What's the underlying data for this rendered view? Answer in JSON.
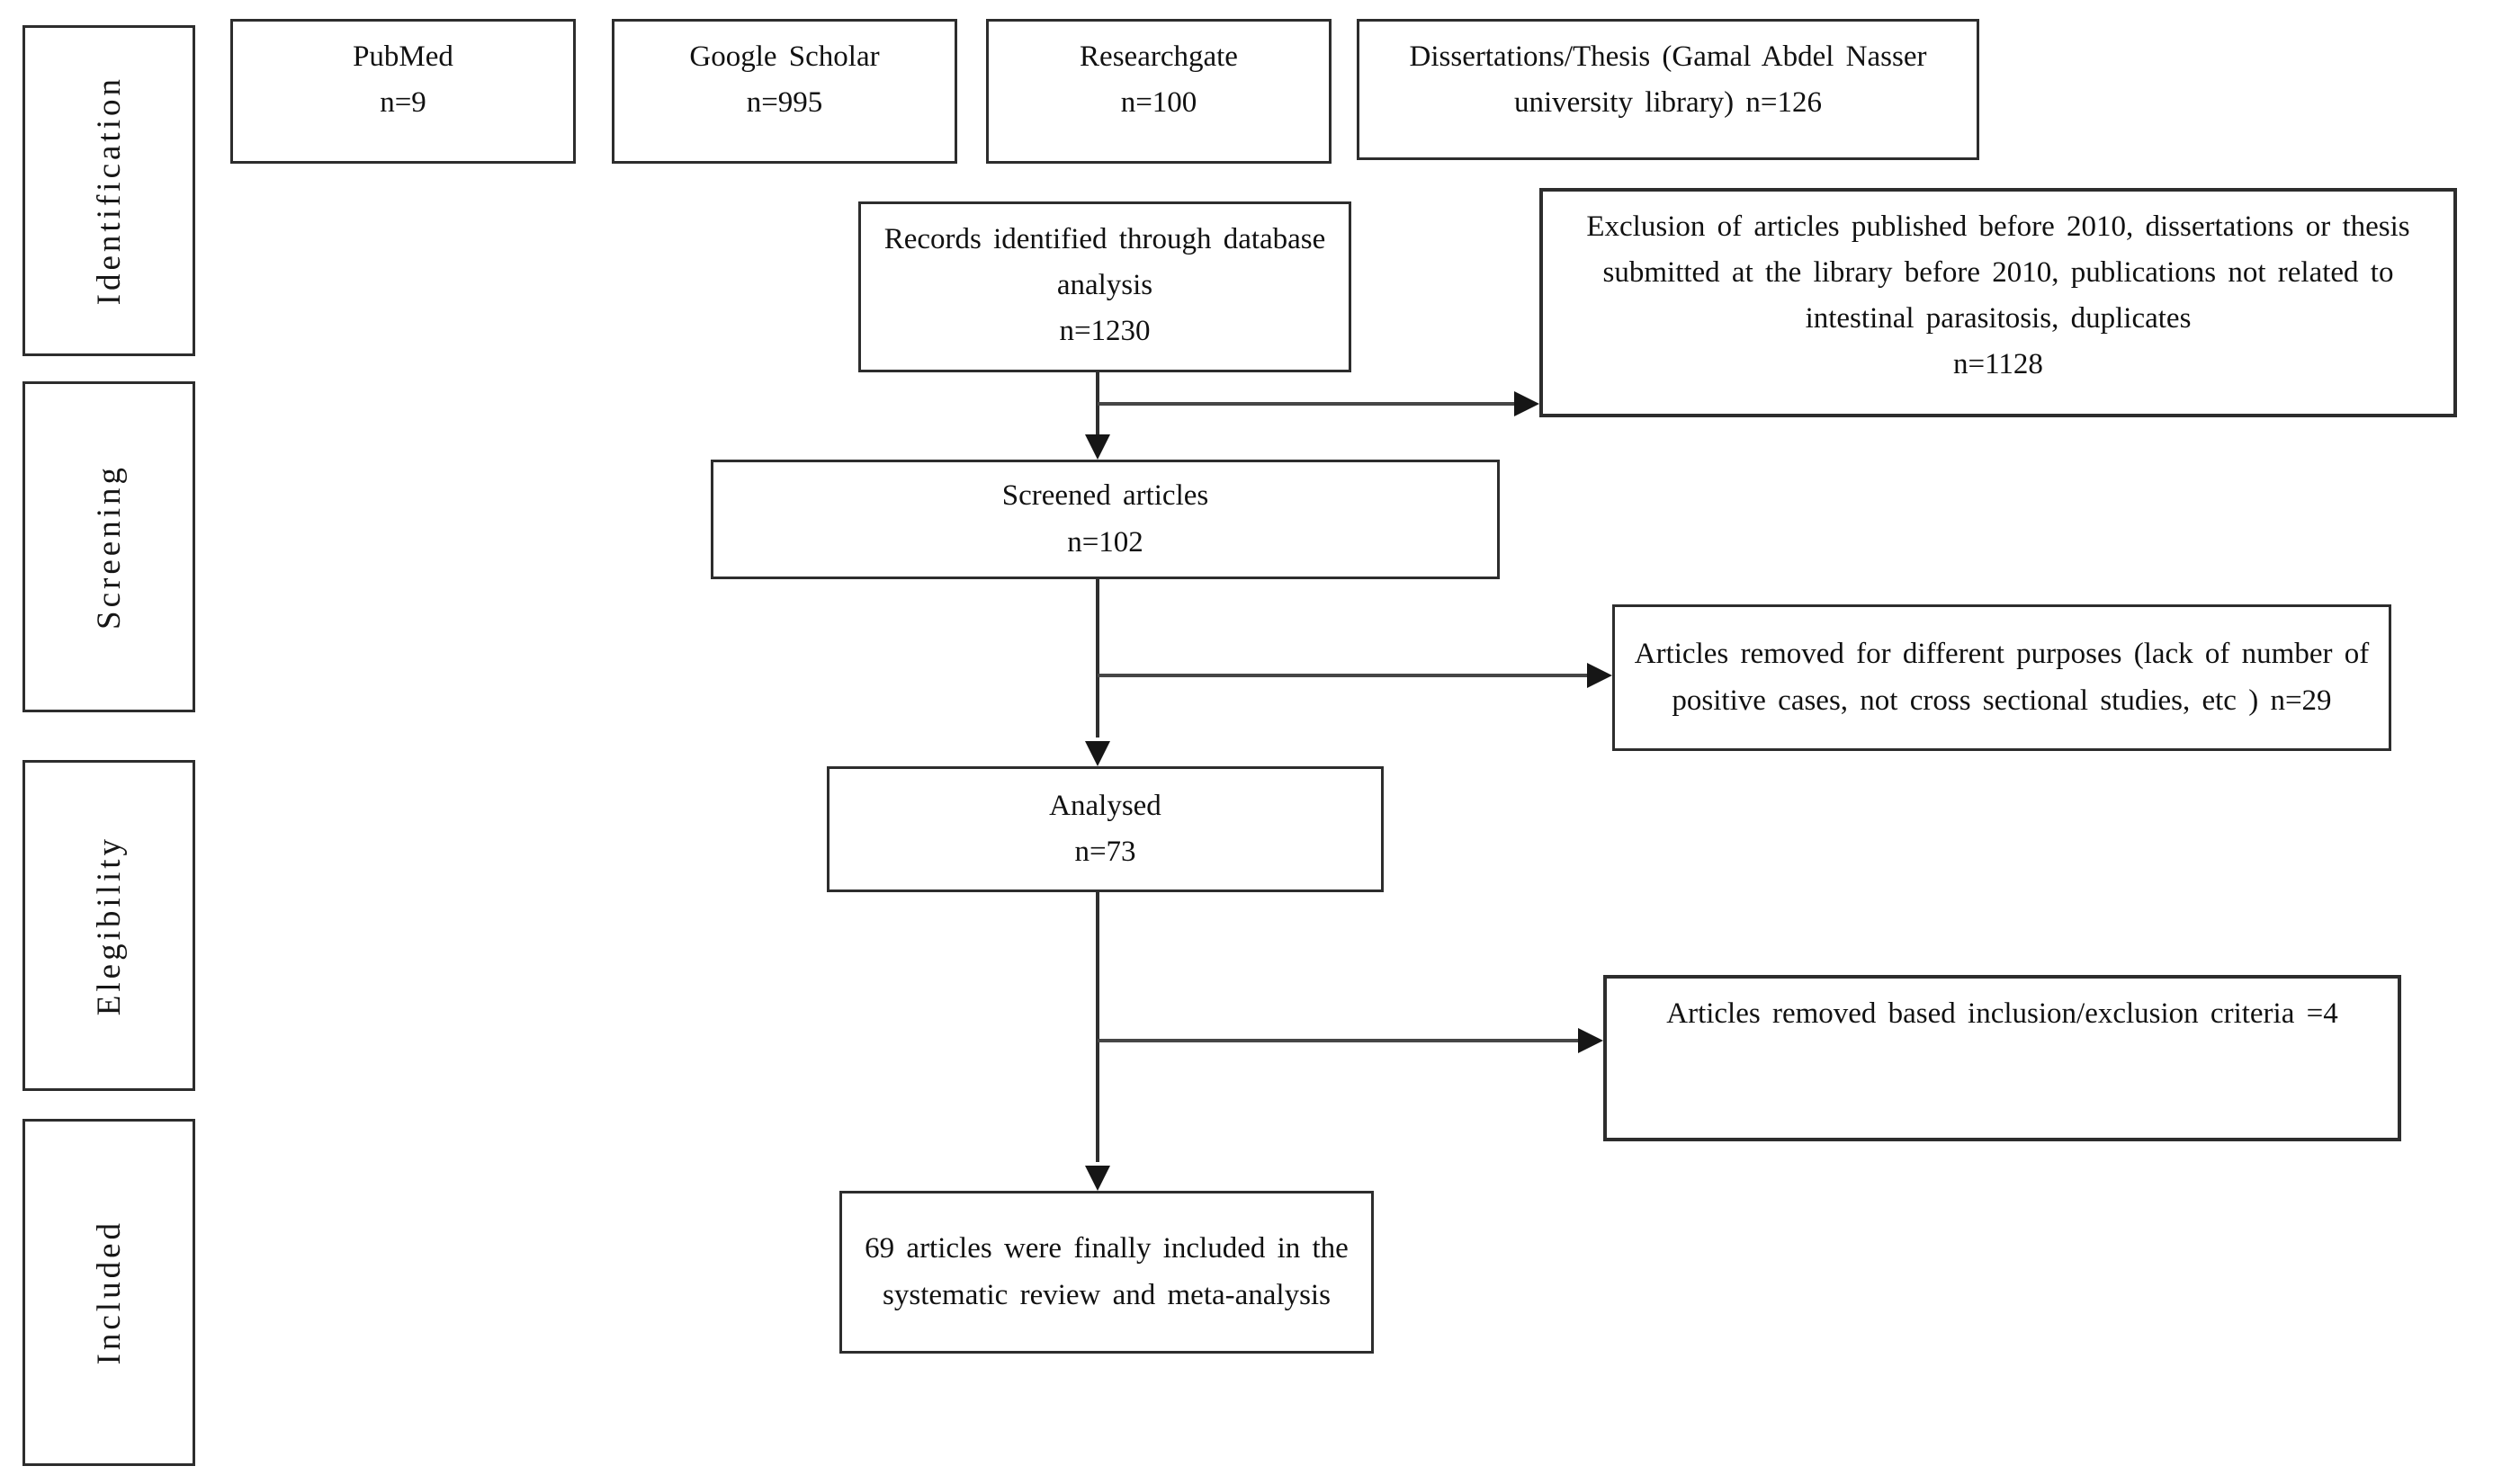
{
  "stages": {
    "identification": "Identification",
    "screening": "Screening",
    "eligibility": "Elegibility",
    "included": "Included"
  },
  "boxes": {
    "pubmed": {
      "line1": "PubMed",
      "line2": "n=9"
    },
    "google_scholar": {
      "line1": "Google Scholar",
      "line2": "n=995"
    },
    "researchgate": {
      "line1": "Researchgate",
      "line2": "n=100"
    },
    "dissertations": {
      "text": "Dissertations/Thesis (Gamal Abdel Nasser university library) n=126"
    },
    "records": {
      "line1": "Records identified through database analysis",
      "line2": "n=1230"
    },
    "exclusion": {
      "text": "Exclusion of articles published before 2010, dissertations or thesis submitted at the library before 2010, publications not related to intestinal parasitosis, duplicates",
      "count": "n=1128"
    },
    "screened": {
      "line1": "Screened articles",
      "line2": "n=102"
    },
    "removed_purposes": {
      "text": "Articles removed for different purposes (lack of number of positive cases, not cross sectional studies, etc ) n=29"
    },
    "analysed": {
      "line1": "Analysed",
      "line2": "n=73"
    },
    "removed_criteria": {
      "text": "Articles removed based inclusion/exclusion criteria =4"
    },
    "final_included": {
      "text": "69 articles were finally included in the systematic review and meta-analysis"
    }
  },
  "colors": {
    "background": "#ffffff",
    "border": "#2d2d2d",
    "text": "#111111",
    "line": "#464646"
  }
}
